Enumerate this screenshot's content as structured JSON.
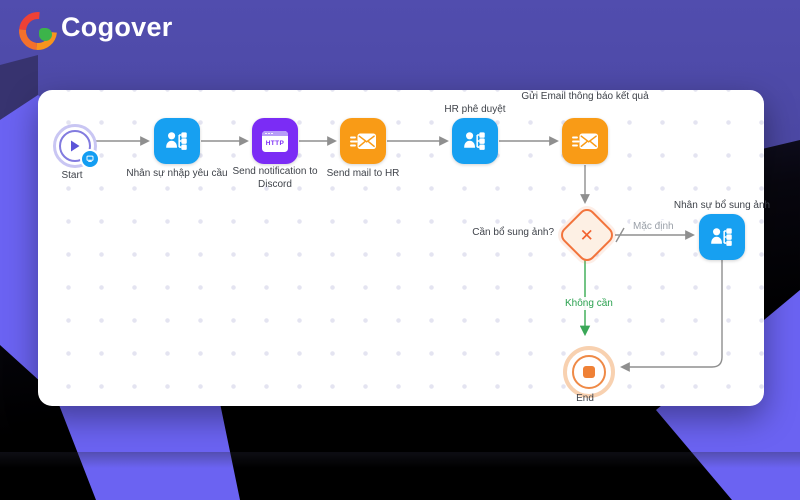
{
  "brand": {
    "name": "Cogover"
  },
  "canvas": {
    "nodes": {
      "start": {
        "label": "Start"
      },
      "input_request": {
        "label": "Nhân sự nhập yêu cầu"
      },
      "notify_discord": {
        "label": "Send notification to Discord"
      },
      "mail_hr": {
        "label": "Send mail to HR"
      },
      "hr_approve": {
        "label": "HR phê duyệt"
      },
      "email_result": {
        "label": "Gửi Email thông báo kết quả"
      },
      "gateway_need_photo": {
        "label": "Cần bổ sung ảnh?"
      },
      "add_photo": {
        "label": "Nhân sự bổ sung ảnh"
      },
      "end": {
        "label": "End"
      }
    },
    "edge_labels": {
      "default": "Mặc định",
      "no_need": "Không cần"
    },
    "http_badge": "HTTP"
  },
  "colors": {
    "task_blue": "#17a0f1",
    "task_purple": "#7b2cf5",
    "task_orange": "#f99b16",
    "gateway_orange": "#f2743c",
    "end_orange": "#ef8136",
    "start_indigo": "#5b54d8",
    "edge_gray": "#8f8f8f",
    "edge_green": "#3aa757",
    "brand_purple": "#6b63f2"
  }
}
